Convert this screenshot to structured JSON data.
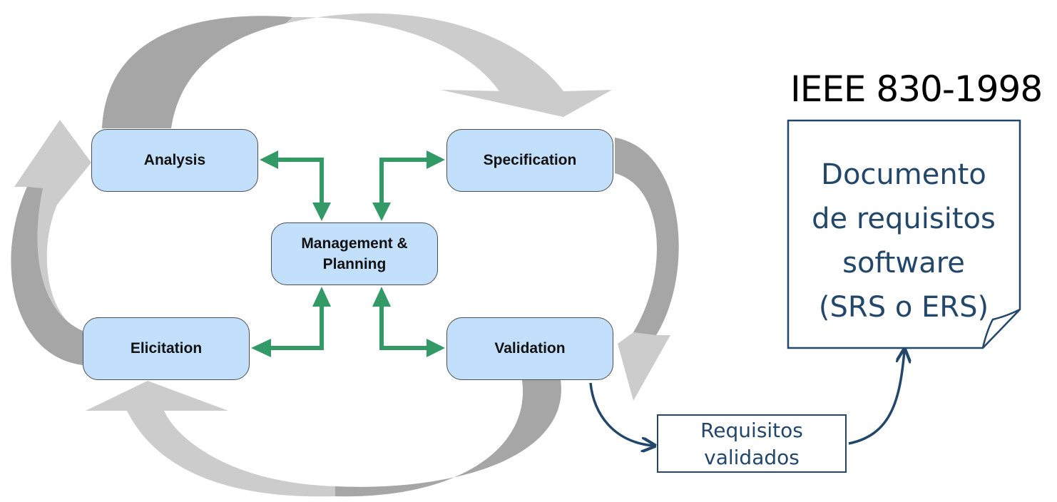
{
  "cycle": {
    "stages": {
      "analysis": "Analysis",
      "specification": "Specification",
      "management_line1": "Management &",
      "management_line2": "Planning",
      "elicitation": "Elicitation",
      "validation": "Validation"
    }
  },
  "output": {
    "standard": "IEEE 830-1998",
    "document_lines": [
      "Documento",
      "de requisitos",
      "software",
      "(SRS o ERS)"
    ],
    "validated_lines": [
      "Requisitos",
      "validados"
    ]
  },
  "colors": {
    "node_fill": "#c2dffb",
    "node_border": "#4d4d4d",
    "green_arrow": "#339966",
    "gray_arrow_light": "#cccccc",
    "gray_arrow_dark": "#a6a6a6",
    "navy": "#23476a"
  }
}
